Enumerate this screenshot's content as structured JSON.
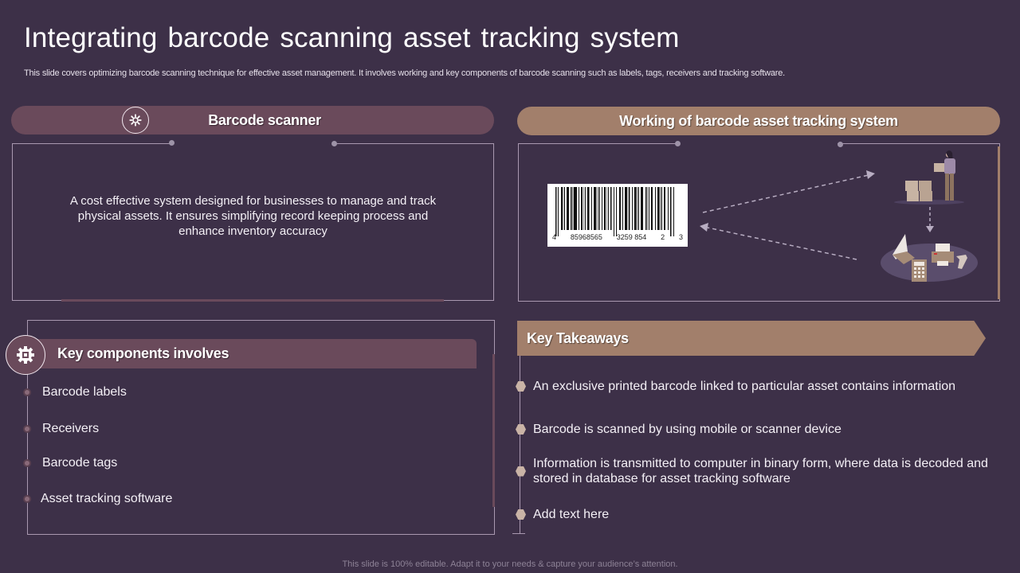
{
  "header": {
    "title": "Integrating barcode scanning asset tracking system",
    "subtitle": "This slide covers optimizing barcode scanning technique for effective asset management. It involves working and key components of barcode scanning such as labels, tags, receivers and tracking software."
  },
  "barcode_scanner": {
    "heading": "Barcode scanner",
    "icon": "gear-scanner-icon",
    "description": "A cost effective system designed for businesses to manage and track physical assets. It ensures simplifying record keeping process and enhance inventory accuracy"
  },
  "working": {
    "heading": "Working of barcode asset tracking system",
    "barcode_digits": [
      "4",
      "85968565",
      "3259 854",
      "2",
      "3"
    ],
    "illustrations": [
      "barcode-image",
      "person-with-boxes-illustration",
      "office-devices-illustration",
      "dashed-arrow-right",
      "dashed-arrow-down",
      "dashed-arrow-left"
    ]
  },
  "key_components": {
    "heading": "Key components involves",
    "icon": "gear-icon",
    "items": [
      "Barcode labels",
      "Receivers",
      "Barcode tags",
      "Asset tracking software"
    ]
  },
  "key_takeaways": {
    "heading": "Key Takeaways",
    "items": [
      "An exclusive printed barcode linked to particular asset contains information",
      "Barcode is scanned by using mobile or scanner device",
      "Information is transmitted to computer in binary form, where data is decoded and stored in database for asset tracking software",
      "Add text here"
    ]
  },
  "footer": {
    "note": "This slide is 100% editable. Adapt it to your needs & capture your audience’s attention."
  },
  "colors": {
    "background": "#3d3048",
    "mauve": "#6a4a5b",
    "tan": "#a27f6b",
    "frame": "#a998b0"
  }
}
